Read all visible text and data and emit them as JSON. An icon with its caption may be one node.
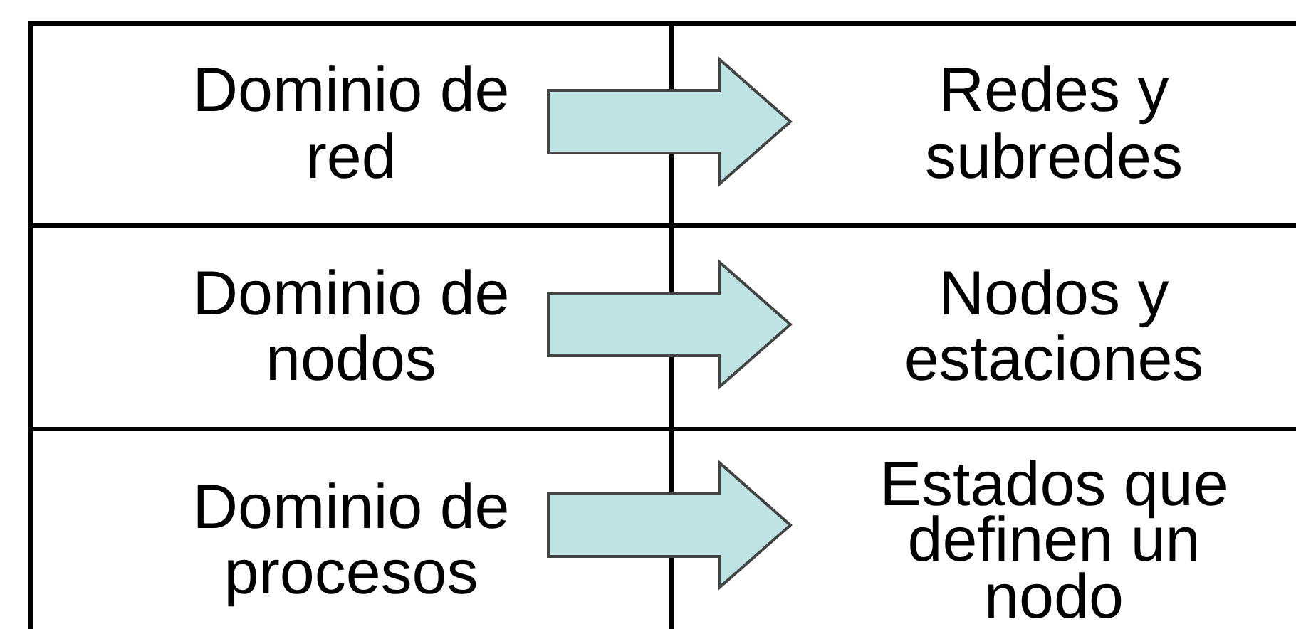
{
  "diagram": {
    "nodes": [
      {
        "text": [
          "Dominio de red"
        ]
      },
      {
        "text": [
          "Redes y subredes"
        ]
      },
      {
        "text": [
          "Dominio de nodos"
        ]
      },
      {
        "text": [
          "Nodos y estaciones"
        ]
      },
      {
        "text": [
          "Dominio de procesos"
        ]
      },
      {
        "text": [
          "Estados que definen un nodo"
        ]
      }
    ],
    "edges": [
      {
        "from": 0,
        "to": 1,
        "arrow": "to",
        "style": "thick"
      },
      {
        "from": 2,
        "to": 3,
        "arrow": "to",
        "style": "thick"
      },
      {
        "from": 4,
        "to": 5,
        "arrow": "to",
        "style": "thick"
      }
    ]
  }
}
